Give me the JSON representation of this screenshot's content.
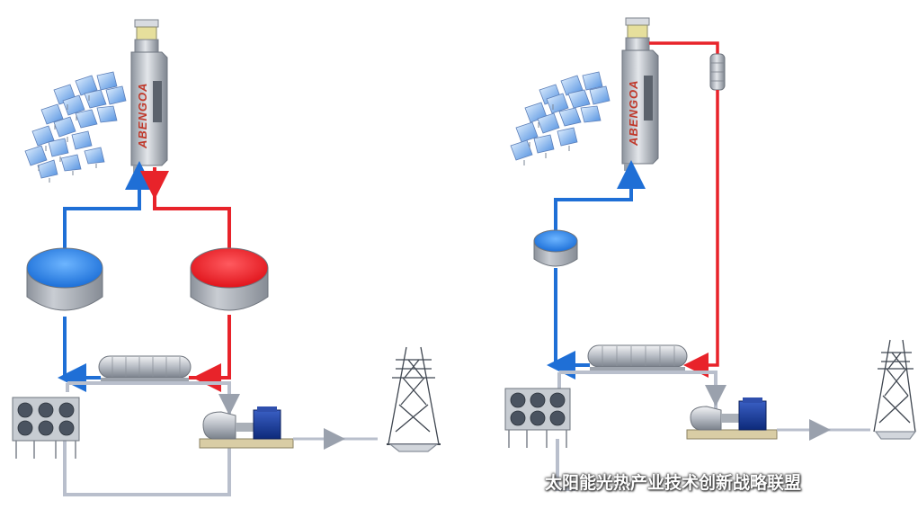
{
  "left_plant": {
    "tower_label": "ABENGOA"
  },
  "right_plant": {
    "tower_label": "ABENGOA"
  },
  "watermark": {
    "text": "太阳能光热产业技术创新战略联盟",
    "icon": "wechat-icon"
  },
  "colors": {
    "hot": "#e8232a",
    "cold": "#1f6fd6",
    "return": "#b9bfcc",
    "tank_cold": "#2e86e6",
    "tank_hot": "#ee1c24",
    "metal": "#9ca3ad"
  }
}
